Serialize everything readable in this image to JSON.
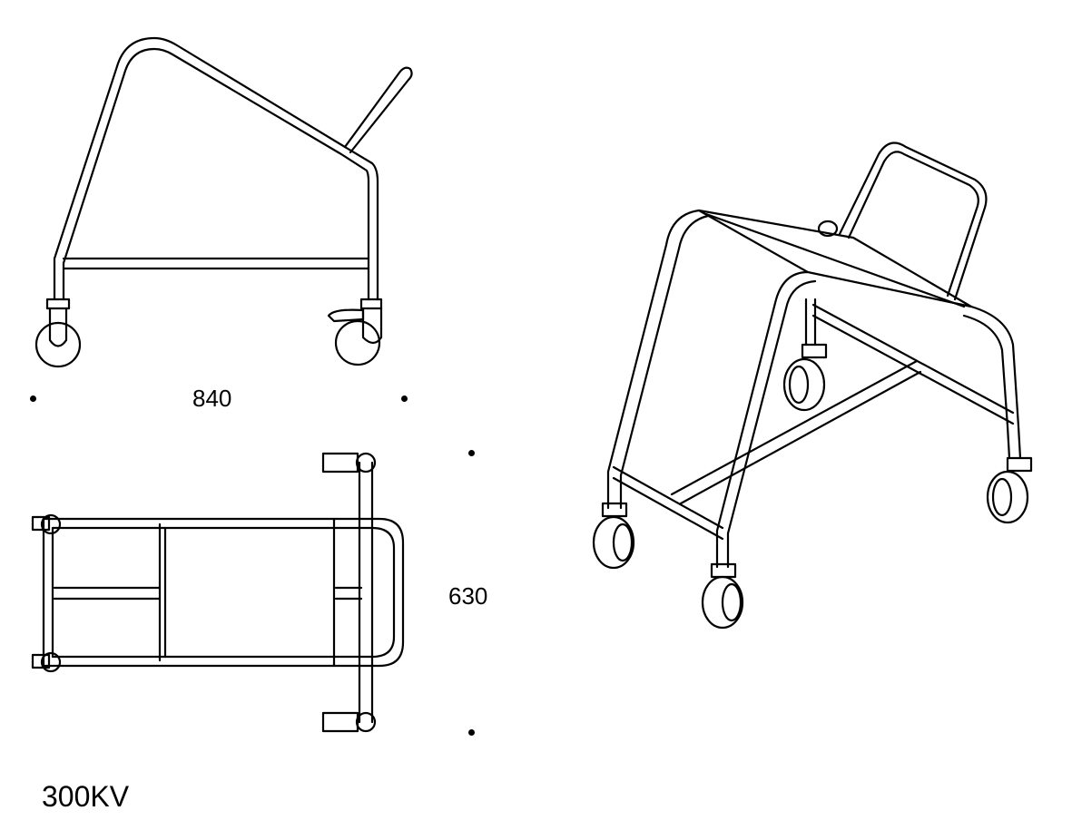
{
  "drawing": {
    "dimensions": {
      "width_label": "840",
      "depth_label": "630"
    },
    "model_code": "300KV",
    "colors": {
      "line": "#000000",
      "background": "#ffffff"
    }
  }
}
